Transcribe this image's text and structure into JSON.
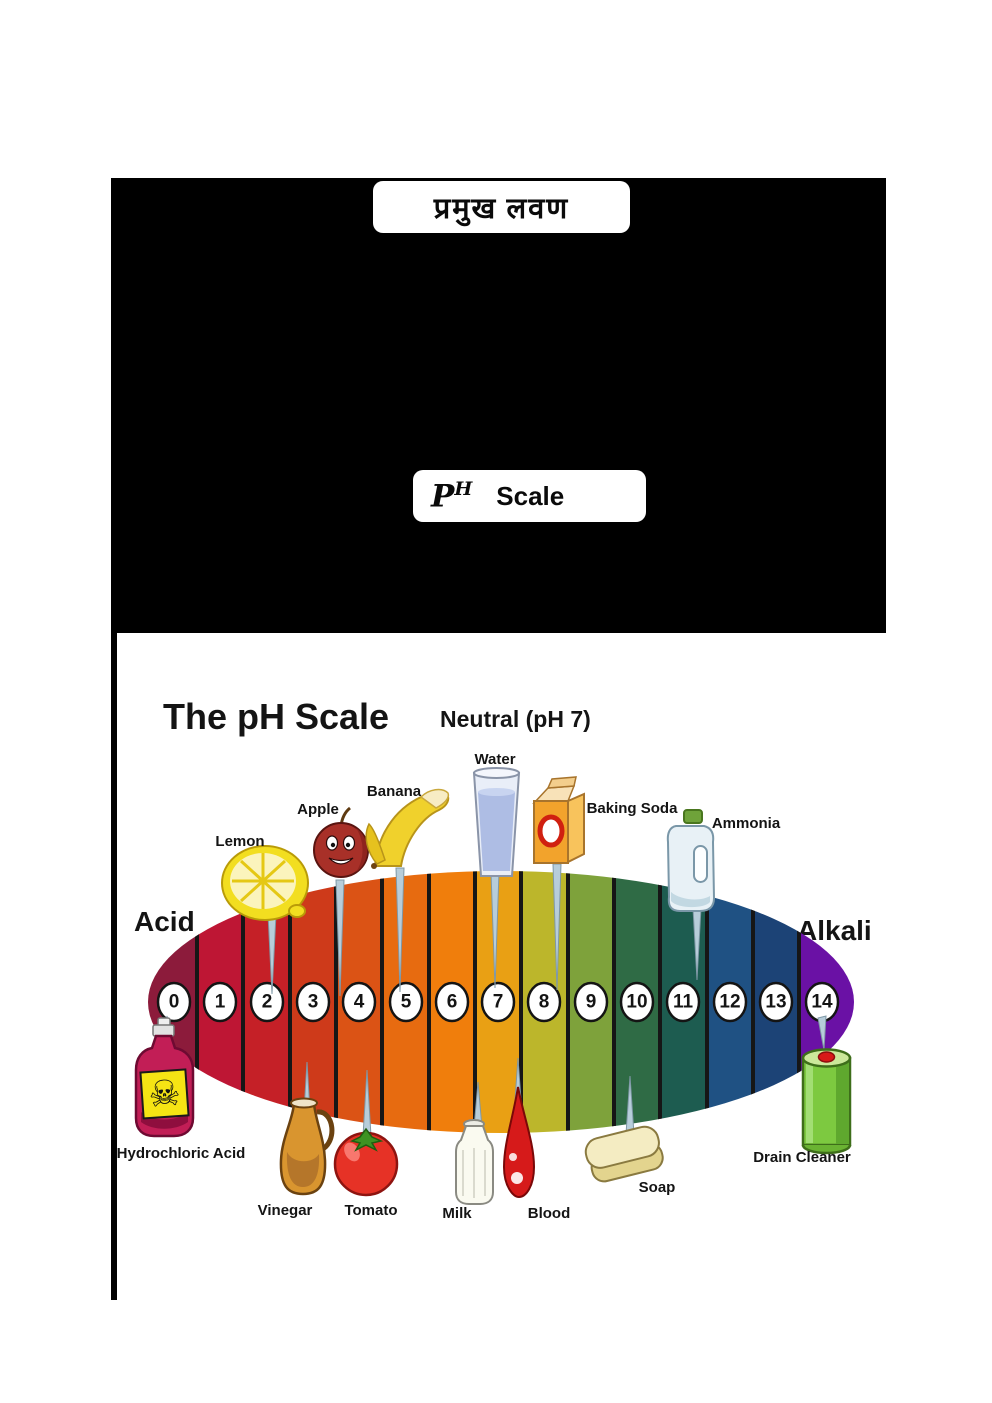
{
  "slide": {
    "heading_hindi": "प्रमुख लवण",
    "ph_symbol_base": "P",
    "ph_symbol_sup": "H",
    "ph_scale_word": "Scale"
  },
  "diagram": {
    "title": "The pH Scale",
    "neutral_label": "Neutral (pH 7)",
    "acid_label": "Acid",
    "alkali_label": "Alkali",
    "pointer_color": "#B7CDDA",
    "segments": [
      {
        "ph": "0",
        "color": "#8C1B3B"
      },
      {
        "ph": "1",
        "color": "#BE1634"
      },
      {
        "ph": "2",
        "color": "#C52027"
      },
      {
        "ph": "3",
        "color": "#CE3A1A"
      },
      {
        "ph": "4",
        "color": "#DB5315"
      },
      {
        "ph": "5",
        "color": "#E76B10"
      },
      {
        "ph": "6",
        "color": "#F07E0C"
      },
      {
        "ph": "7",
        "color": "#E9A014"
      },
      {
        "ph": "8",
        "color": "#BCB62B"
      },
      {
        "ph": "9",
        "color": "#7EA23B"
      },
      {
        "ph": "10",
        "color": "#2F6B45"
      },
      {
        "ph": "11",
        "color": "#1D5C50"
      },
      {
        "ph": "12",
        "color": "#1F5183"
      },
      {
        "ph": "13",
        "color": "#1C4376"
      },
      {
        "ph": "14",
        "color": "#6A11A5"
      }
    ],
    "items": {
      "lemon": {
        "label": "Lemon",
        "points_to_ph": 2
      },
      "apple": {
        "label": "Apple",
        "points_to_ph": 3.5
      },
      "banana": {
        "label": "Banana",
        "points_to_ph": 5
      },
      "water": {
        "label": "Water",
        "points_to_ph": 7
      },
      "baking_soda": {
        "label": "Baking Soda",
        "points_to_ph": 8.5
      },
      "ammonia": {
        "label": "Ammonia",
        "points_to_ph": 11.5
      },
      "hydrochloric_acid": {
        "label": "Hydrochloric Acid",
        "points_to_ph": 0
      },
      "vinegar": {
        "label": "Vinegar",
        "points_to_ph": 3
      },
      "tomato": {
        "label": "Tomato",
        "points_to_ph": 4
      },
      "milk": {
        "label": "Milk",
        "points_to_ph": 6.5
      },
      "blood": {
        "label": "Blood",
        "points_to_ph": 7.5
      },
      "soap": {
        "label": "Soap",
        "points_to_ph": 10
      },
      "drain_cleaner": {
        "label": "Drain Cleaner",
        "points_to_ph": 14
      }
    }
  }
}
